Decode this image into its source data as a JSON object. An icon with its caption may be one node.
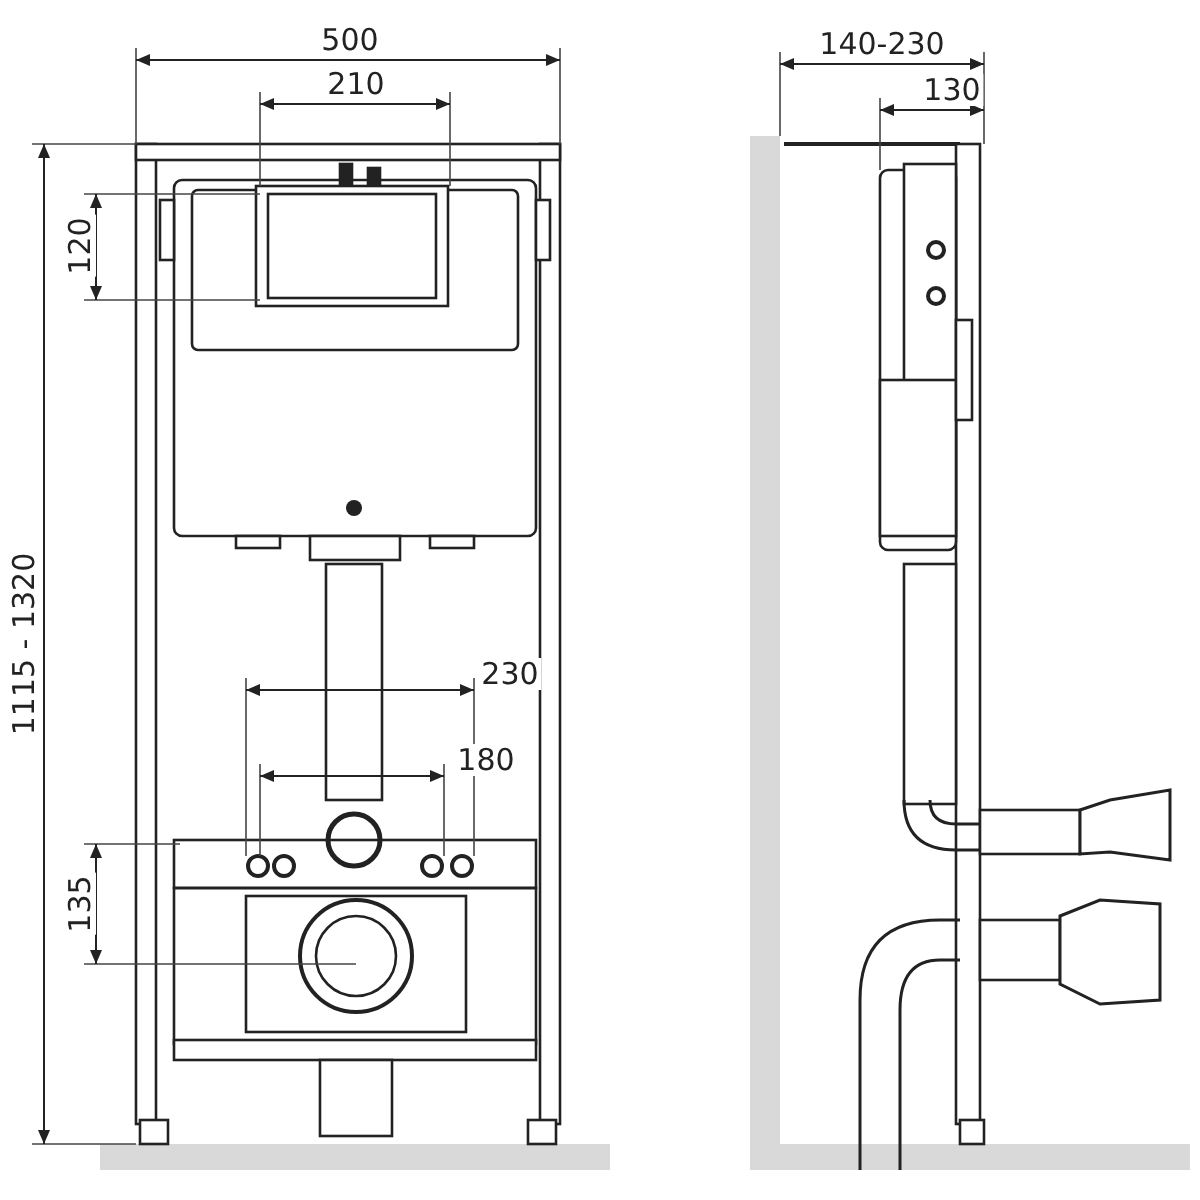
{
  "diagram": {
    "labels": [
      "500",
      "210",
      "120",
      "1115 - 1320",
      "230",
      "180",
      "135",
      "140-230",
      "130"
    ]
  }
}
